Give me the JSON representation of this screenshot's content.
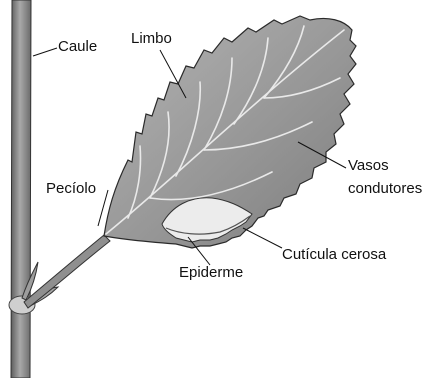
{
  "diagram": {
    "labels": {
      "caule": "Caule",
      "limbo": "Limbo",
      "vasos_line1": "Vasos",
      "vasos_line2": "condutores",
      "peciolo": "Pecíolo",
      "cuticula": "Cutícula cerosa",
      "epiderme": "Epiderme"
    },
    "colors": {
      "leaf_fill": "#9a9a9a",
      "cut_fill": "#e9e9e9",
      "stem_fill": "#8e8e8e",
      "text": "#111111"
    }
  }
}
